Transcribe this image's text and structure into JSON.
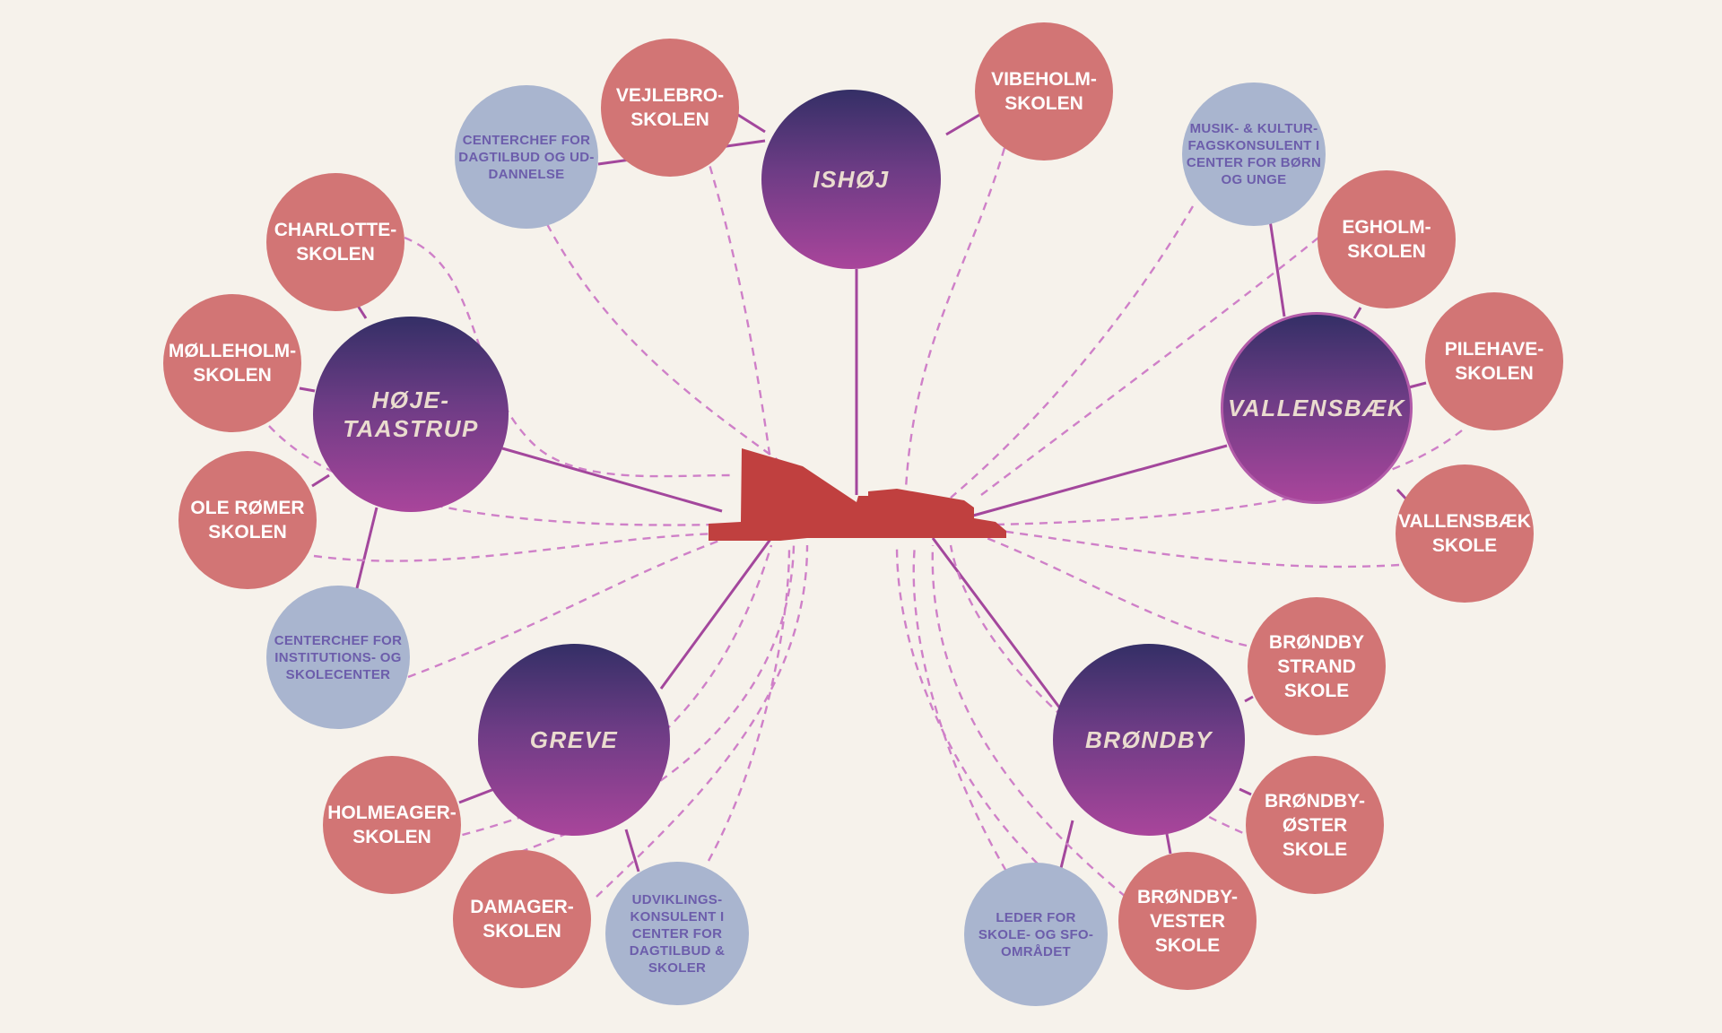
{
  "colors": {
    "background": "#f6f2eb",
    "school": "#d27575",
    "role": "#a9b5cf",
    "role_text": "#6c5dab",
    "municipality_top": "#342f66",
    "municipality_bottom": "#a9459b",
    "municipality_text": "#eadccf",
    "link": "#a3479c",
    "dashed_link": "#cf80c8",
    "hub": "#c0403f"
  },
  "municipalities": [
    {
      "id": "ishoj",
      "label": "ISHØJ"
    },
    {
      "id": "hoje",
      "label": "HØJE-\nTAASTRUP"
    },
    {
      "id": "vallensbaek",
      "label": "VALLENSBÆK"
    },
    {
      "id": "greve",
      "label": "GREVE"
    },
    {
      "id": "brondby",
      "label": "BRØNDBY"
    }
  ],
  "schools": [
    {
      "id": "vejlebro",
      "label": "VEJLEBRO-\nSKOLEN"
    },
    {
      "id": "vibeholm",
      "label": "VIBEHOLM-\nSKOLEN"
    },
    {
      "id": "charlotte",
      "label": "CHARLOTTE-\nSKOLEN"
    },
    {
      "id": "molleholm",
      "label": "MØLLEHOLM-\nSKOLEN"
    },
    {
      "id": "oleromer",
      "label": "OLE RØMER\nSKOLEN"
    },
    {
      "id": "egholm",
      "label": "EGHOLM-\nSKOLEN"
    },
    {
      "id": "pilehave",
      "label": "PILEHAVE-\nSKOLEN"
    },
    {
      "id": "vallensbaekskole",
      "label": "VALLENSBÆK\nSKOLE"
    },
    {
      "id": "brondbystrand",
      "label": "BRØNDBY\nSTRAND\nSKOLE"
    },
    {
      "id": "brondbyoster",
      "label": "BRØNDBY-\nØSTER\nSKOLE"
    },
    {
      "id": "brondbyvester",
      "label": "BRØNDBY-\nVESTER\nSKOLE"
    },
    {
      "id": "holmeager",
      "label": "HOLMEAGER-\nSKOLEN"
    },
    {
      "id": "damager",
      "label": "DAMAGER-\nSKOLEN"
    }
  ],
  "roles": [
    {
      "id": "centerchef-dagtilbud",
      "label": "CENTERCHEF FOR\nDAGTILBUD OG UD-\nDANNELSE"
    },
    {
      "id": "musik-kultur",
      "label": "MUSIK- & KULTUR-\nFAGSKONSULENT I\nCENTER FOR BØRN\nOG UNGE"
    },
    {
      "id": "centerchef-institutions",
      "label": "CENTERCHEF FOR\nINSTITUTIONS- OG\nSKOLECENTER"
    },
    {
      "id": "udviklings",
      "label": "UDVIKLINGS-\nKONSULENT I\nCENTER FOR\nDAGTILBUD &\nSKOLER"
    },
    {
      "id": "leder-sfo",
      "label": "LEDER FOR\nSKOLE- OG SFO-\nOMRÅDET"
    }
  ]
}
